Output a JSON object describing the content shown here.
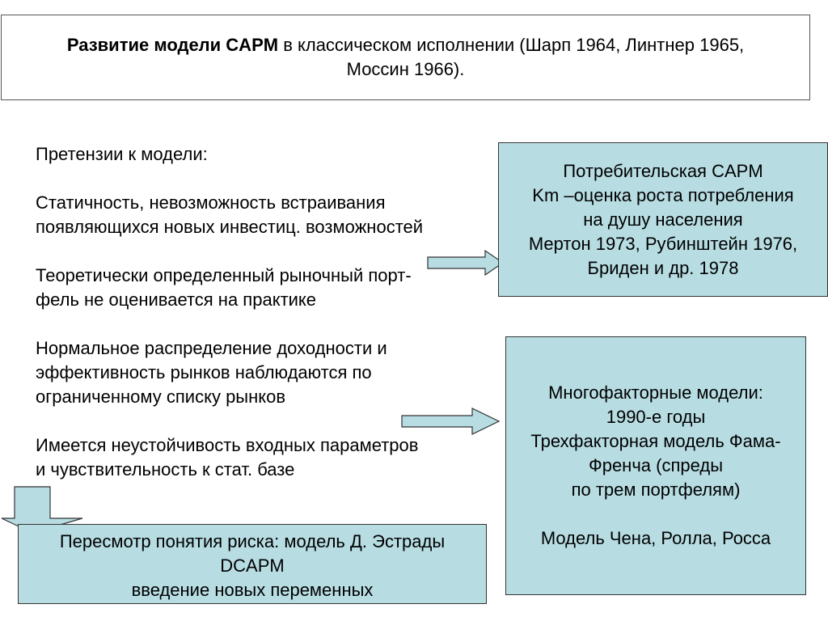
{
  "title": {
    "bold_part": "Развитие модели CAPM",
    "rest_line1": " в классическом исполнении (Шарп 1964, Линтнер 1965,",
    "rest_line2": "Моссин 1966)."
  },
  "claims": {
    "heading": "Претензии к модели:",
    "items": [
      [
        "Статичность, невозможность встраивания",
        "появляющихся  новых инвестиц. возможностей"
      ],
      [
        "Теоретически определенный рыночный порт-",
        "фель не оценивается на практике"
      ],
      [
        "Нормальное распределение доходности и",
        "эффективность рынков наблюдаются по",
        "ограниченному списку рынков"
      ],
      [
        "Имеется неустойчивость входных параметров",
        "и чувствительность к стат. базе"
      ]
    ]
  },
  "consumer_capm": {
    "lines": [
      "Потребительская CAPM",
      "Km –оценка роста потребления",
      "на  душу населения",
      "Мертон 1973, Рубинштейн 1976,",
      "Бриден и др. 1978"
    ]
  },
  "multifactor": {
    "lines": [
      "Многофакторные модели:",
      "1990-е годы",
      "Трехфакторная модель Фама-",
      "Френча  (спреды",
      "по трем портфелям)"
    ],
    "footer": "Модель Чена, Ролла, Росса"
  },
  "risk_revision": {
    "lines": [
      "Пересмотр понятия риска: модель Д. Эстрады",
      "DCAPM",
      "введение новых переменных"
    ]
  },
  "colors": {
    "box_fill": "#b7dde3",
    "arrow_fill": "#b7dde3",
    "border": "#333333"
  }
}
